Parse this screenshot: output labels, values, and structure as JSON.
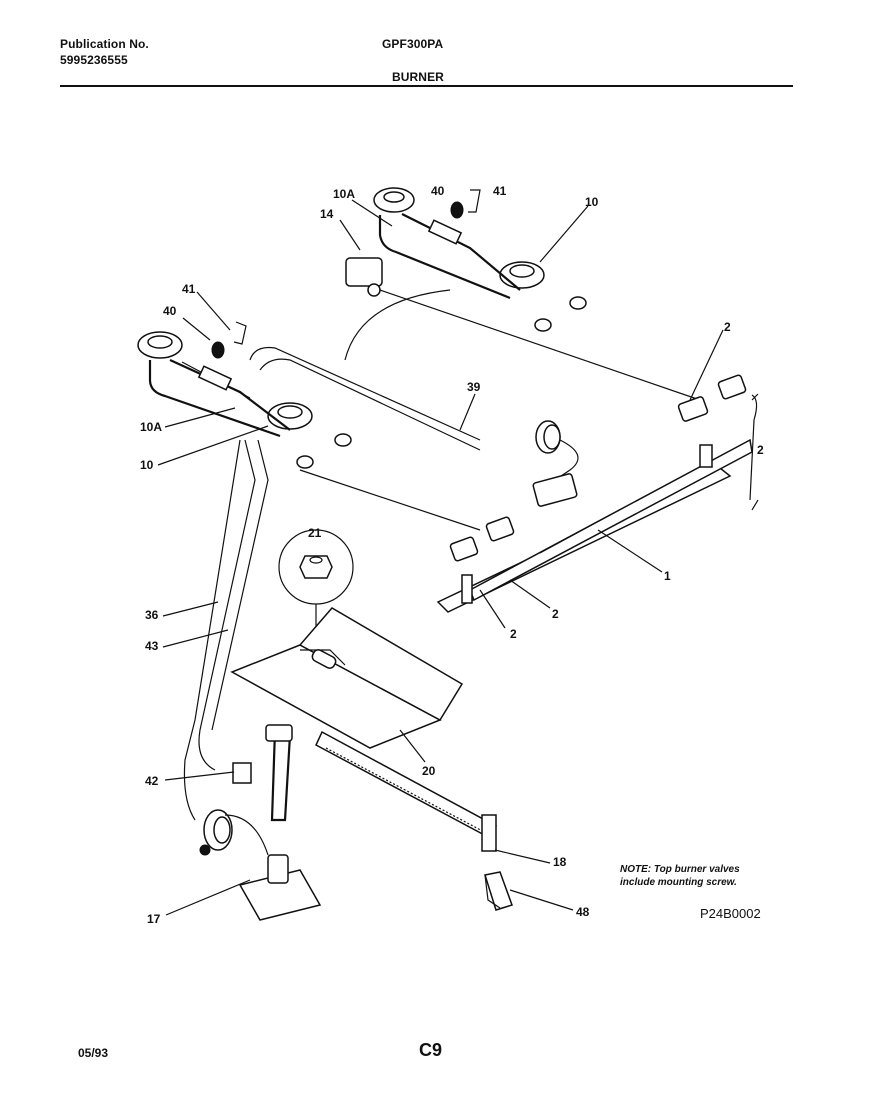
{
  "header": {
    "publication_label": "Publication No.",
    "publication_number": "5995236555",
    "model": "GPF300PA",
    "section": "BURNER"
  },
  "callouts": {
    "c10a_top": "10A",
    "c40_top": "40",
    "c41_top": "41",
    "c10_top": "10",
    "c14": "14",
    "c41_left": "41",
    "c40_left": "40",
    "c39": "39",
    "c2_right_a": "2",
    "c2_right_b": "2",
    "c10a_left": "10A",
    "c10_left": "10",
    "c21": "21",
    "c1": "1",
    "c2_mid_a": "2",
    "c2_mid_b": "2",
    "c36": "36",
    "c43": "43",
    "c20": "20",
    "c42": "42",
    "c18": "18",
    "c17": "17",
    "c48": "48"
  },
  "note": {
    "line1": "NOTE: Top burner valves",
    "line2": "include mounting screw."
  },
  "figure_number": "P24B0002",
  "footer": {
    "date": "05/93",
    "page": "C9"
  }
}
